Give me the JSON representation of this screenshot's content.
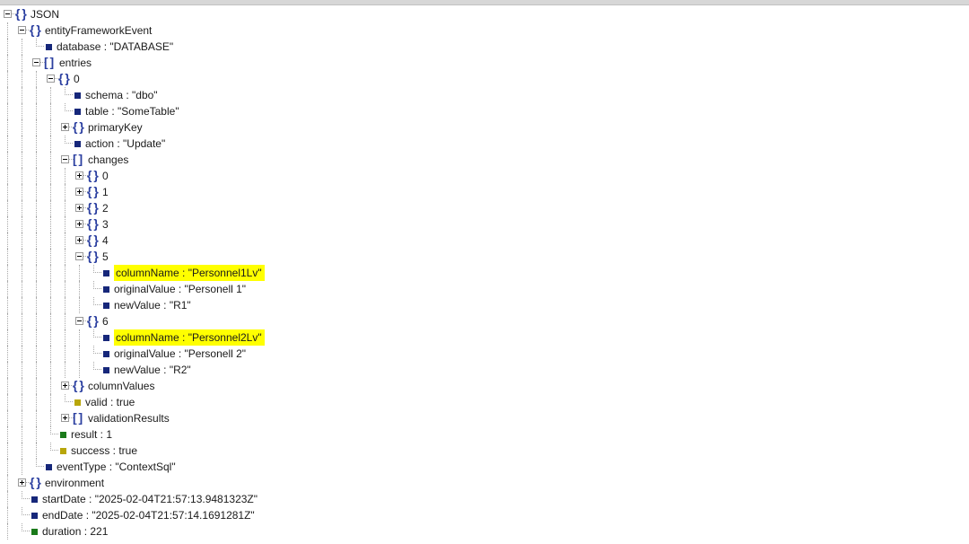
{
  "viewer": {
    "title": "JSON tree viewer",
    "highlight_color": "#ffff00",
    "marker_colors": {
      "string": "#16277a",
      "number": "#1a7a1a",
      "boolean": "#b8a60a",
      "object": "#2b3fa0",
      "array": "#2b3fa0"
    }
  },
  "rows": [
    {
      "depth": 0,
      "icon": "brace",
      "icon_text": "{ }",
      "expander": "minus",
      "label": "JSON",
      "highlight": false
    },
    {
      "depth": 1,
      "icon": "brace",
      "icon_text": "{ }",
      "expander": "minus",
      "label": "entityFrameworkEvent",
      "highlight": false
    },
    {
      "depth": 2,
      "icon": "marker",
      "marker": "string",
      "expander": "none",
      "label": "database : \"DATABASE\"",
      "highlight": false
    },
    {
      "depth": 2,
      "icon": "bracket",
      "icon_text": "[ ]",
      "expander": "minus",
      "label": "entries",
      "highlight": false
    },
    {
      "depth": 3,
      "icon": "brace",
      "icon_text": "{ }",
      "expander": "minus",
      "label": "0",
      "highlight": false
    },
    {
      "depth": 4,
      "icon": "marker",
      "marker": "string",
      "expander": "none",
      "label": "schema : \"dbo\"",
      "highlight": false
    },
    {
      "depth": 4,
      "icon": "marker",
      "marker": "string",
      "expander": "none",
      "label": "table : \"SomeTable\"",
      "highlight": false
    },
    {
      "depth": 4,
      "icon": "brace",
      "icon_text": "{ }",
      "expander": "plus",
      "label": "primaryKey",
      "highlight": false
    },
    {
      "depth": 4,
      "icon": "marker",
      "marker": "string",
      "expander": "none",
      "label": "action : \"Update\"",
      "highlight": false
    },
    {
      "depth": 4,
      "icon": "bracket",
      "icon_text": "[ ]",
      "expander": "minus",
      "label": "changes",
      "highlight": false
    },
    {
      "depth": 5,
      "icon": "brace",
      "icon_text": "{ }",
      "expander": "plus",
      "label": "0",
      "highlight": false
    },
    {
      "depth": 5,
      "icon": "brace",
      "icon_text": "{ }",
      "expander": "plus",
      "label": "1",
      "highlight": false
    },
    {
      "depth": 5,
      "icon": "brace",
      "icon_text": "{ }",
      "expander": "plus",
      "label": "2",
      "highlight": false
    },
    {
      "depth": 5,
      "icon": "brace",
      "icon_text": "{ }",
      "expander": "plus",
      "label": "3",
      "highlight": false
    },
    {
      "depth": 5,
      "icon": "brace",
      "icon_text": "{ }",
      "expander": "plus",
      "label": "4",
      "highlight": false
    },
    {
      "depth": 5,
      "icon": "brace",
      "icon_text": "{ }",
      "expander": "minus",
      "label": "5",
      "highlight": false
    },
    {
      "depth": 6,
      "icon": "marker",
      "marker": "string",
      "expander": "none",
      "label": "columnName : \"Personnel1Lv\"",
      "highlight": true
    },
    {
      "depth": 6,
      "icon": "marker",
      "marker": "string",
      "expander": "none",
      "label": "originalValue : \"Personell 1\"",
      "highlight": false
    },
    {
      "depth": 6,
      "icon": "marker",
      "marker": "string",
      "expander": "none",
      "label": "newValue : \"R1\"",
      "highlight": false
    },
    {
      "depth": 5,
      "icon": "brace",
      "icon_text": "{ }",
      "expander": "minus",
      "label": "6",
      "highlight": false
    },
    {
      "depth": 6,
      "icon": "marker",
      "marker": "string",
      "expander": "none",
      "label": "columnName : \"Personnel2Lv\"",
      "highlight": true
    },
    {
      "depth": 6,
      "icon": "marker",
      "marker": "string",
      "expander": "none",
      "label": "originalValue : \"Personell 2\"",
      "highlight": false
    },
    {
      "depth": 6,
      "icon": "marker",
      "marker": "string",
      "expander": "none",
      "label": "newValue : \"R2\"",
      "highlight": false
    },
    {
      "depth": 4,
      "icon": "brace",
      "icon_text": "{ }",
      "expander": "plus",
      "label": "columnValues",
      "highlight": false
    },
    {
      "depth": 4,
      "icon": "marker",
      "marker": "boolean",
      "expander": "none",
      "label": "valid : true",
      "highlight": false
    },
    {
      "depth": 4,
      "icon": "bracket",
      "icon_text": "[ ]",
      "expander": "plus",
      "label": "validationResults",
      "highlight": false
    },
    {
      "depth": 3,
      "icon": "marker",
      "marker": "number",
      "expander": "none",
      "label": "result : 1",
      "highlight": false
    },
    {
      "depth": 3,
      "icon": "marker",
      "marker": "boolean",
      "expander": "none",
      "label": "success : true",
      "highlight": false
    },
    {
      "depth": 2,
      "icon": "marker",
      "marker": "string",
      "expander": "none",
      "label": "eventType : \"ContextSql\"",
      "highlight": false
    },
    {
      "depth": 1,
      "icon": "brace",
      "icon_text": "{ }",
      "expander": "plus",
      "label": "environment",
      "highlight": false
    },
    {
      "depth": 1,
      "icon": "marker",
      "marker": "string",
      "expander": "none",
      "label": "startDate : \"2025-02-04T21:57:13.9481323Z\"",
      "highlight": false
    },
    {
      "depth": 1,
      "icon": "marker",
      "marker": "string",
      "expander": "none",
      "label": "endDate : \"2025-02-04T21:57:14.1691281Z\"",
      "highlight": false
    },
    {
      "depth": 1,
      "icon": "marker",
      "marker": "number",
      "expander": "none",
      "label": "duration : 221",
      "highlight": false
    }
  ]
}
